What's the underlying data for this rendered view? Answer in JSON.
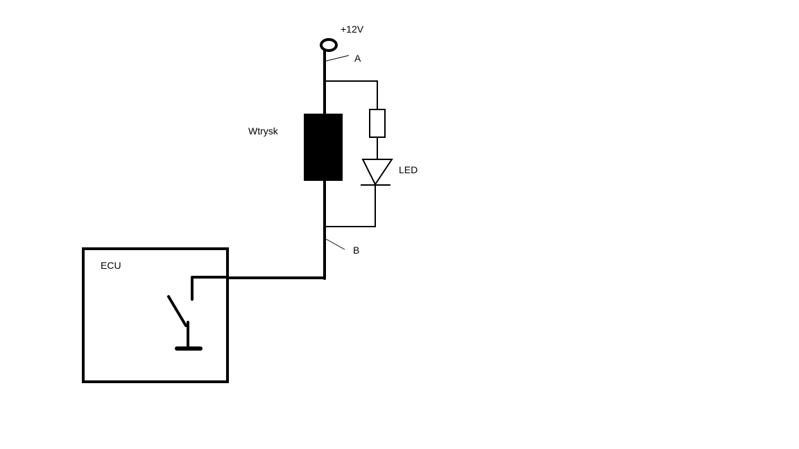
{
  "labels": {
    "supply": "+12V",
    "node_a": "A",
    "node_b": "B",
    "injector": "Wtrysk",
    "led": "LED",
    "ecu": "ECU"
  },
  "colors": {
    "background": "#ffffff",
    "ink": "#000000"
  }
}
